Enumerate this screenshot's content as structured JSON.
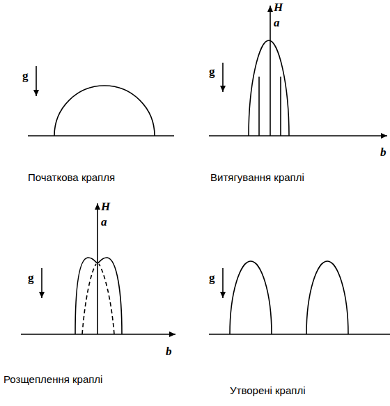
{
  "diagram": {
    "labels": [
      "g",
      "Початкова крапля",
      "H",
      "a",
      "g",
      "b",
      "Витягування краплі",
      "H",
      "a",
      "g",
      "b",
      "Розщеплення краплі",
      "g",
      "Утворені краплі"
    ]
  }
}
